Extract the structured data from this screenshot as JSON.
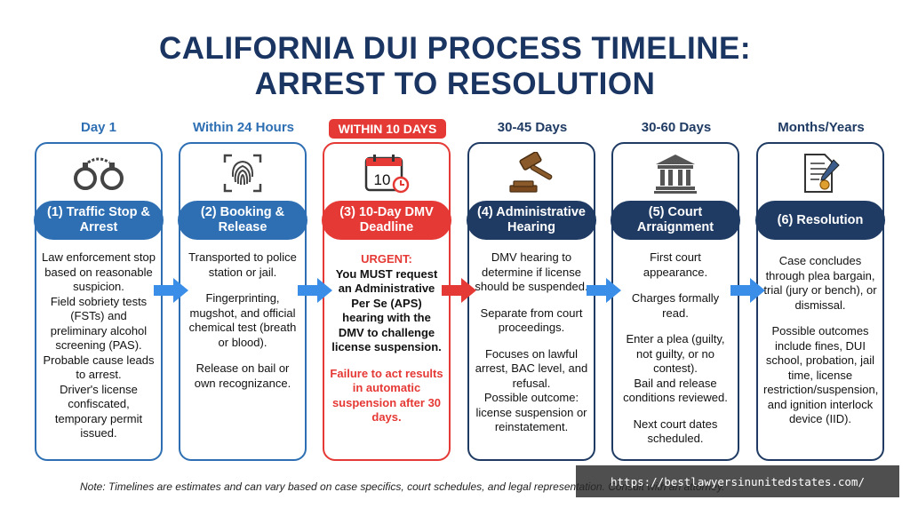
{
  "title": {
    "line1": "CALIFORNIA DUI PROCESS TIMELINE:",
    "line2": "ARREST TO RESOLUTION"
  },
  "colors": {
    "navy": "#1f3b63",
    "blue": "#2e6fb3",
    "red": "#e53935",
    "arrow_blue": "#3b8ee8"
  },
  "steps": [
    {
      "timeframe": "Day 1",
      "icon": "handcuffs-icon",
      "title": "(1) Traffic Stop & Arrest",
      "body": [
        "Law enforcement stop based on reasonable suspicion.",
        "Field sobriety tests (FSTs) and preliminary alcohol screening (PAS).",
        "Probable cause leads to arrest.",
        "Driver's license confiscated, temporary permit issued."
      ]
    },
    {
      "timeframe": "Within 24 Hours",
      "icon": "fingerprint-icon",
      "title": "(2) Booking & Release",
      "body": [
        "Transported to police station or jail.",
        "Fingerprinting, mugshot, and official chemical test (breath or blood).",
        "Release on bail or own recognizance."
      ]
    },
    {
      "timeframe": "WITHIN 10 DAYS",
      "icon": "calendar-icon",
      "calendar_number": "10",
      "title": "(3) 10-Day DMV Deadline",
      "urgent_label": "URGENT:",
      "body": [
        "You MUST request an Administrative Per Se (APS) hearing with the DMV to challenge license suspension.",
        "Failure to act results in automatic suspension after 30 days."
      ]
    },
    {
      "timeframe": "30-45 Days",
      "icon": "gavel-icon",
      "title": "(4) Administrative Hearing",
      "body": [
        "DMV hearing to determine if license should be suspended.",
        "Separate from court proceedings.",
        "Focuses on lawful arrest, BAC level, and refusal.",
        "Possible outcome: license suspension or reinstatement."
      ]
    },
    {
      "timeframe": "30-60 Days",
      "icon": "courthouse-icon",
      "title": "(5) Court Arraignment",
      "body": [
        "First court appearance.",
        "Charges formally read.",
        "Enter a plea (guilty, not guilty, or no contest).",
        "Bail and release conditions reviewed.",
        "Next court dates scheduled."
      ]
    },
    {
      "timeframe": "Months/Years",
      "icon": "document-icon",
      "title": "(6) Resolution",
      "body": [
        "Case concludes through plea bargain, trial (jury or bench), or dismissal.",
        "Possible outcomes include fines, DUI school, probation, jail time, license restriction/suspension, and ignition interlock device (IID)."
      ]
    }
  ],
  "note": "Note: Timelines are estimates and can vary based on case specifics, court schedules, and legal representation. Consult with an attorney.",
  "watermark": "https://bestlawyersinunitedstates.com/"
}
